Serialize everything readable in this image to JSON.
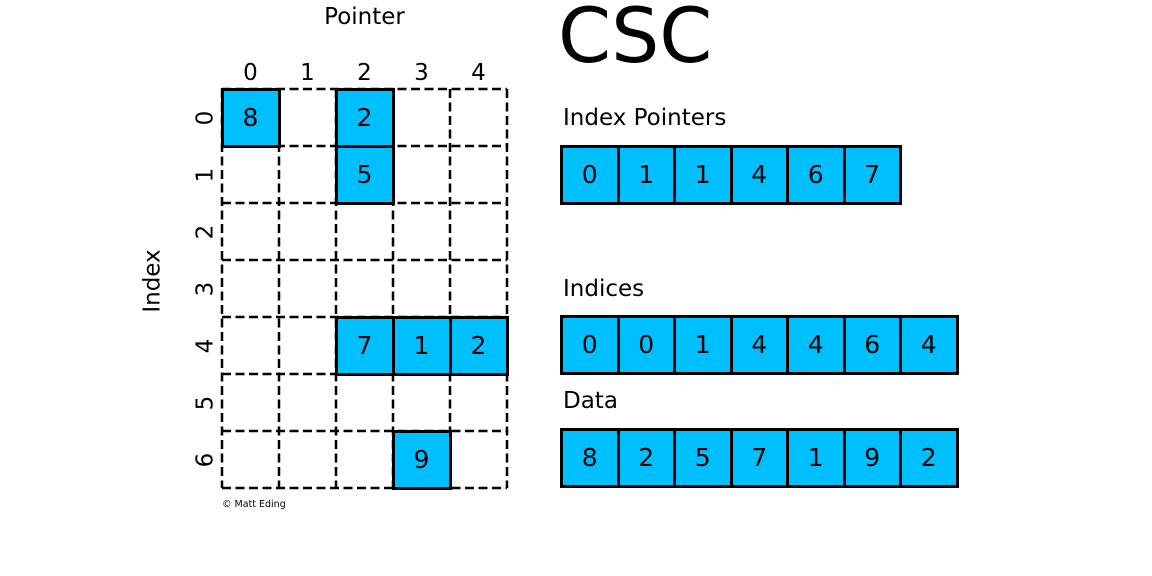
{
  "title": "CSC",
  "copyright": "© Matt Eding",
  "colors": {
    "cell_fill": "#00BFFF",
    "line": "#000000"
  },
  "matrix": {
    "col_axis_label": "Pointer",
    "row_axis_label": "Index",
    "col_labels": [
      "0",
      "1",
      "2",
      "3",
      "4"
    ],
    "row_labels": [
      "0",
      "1",
      "2",
      "3",
      "4",
      "5",
      "6"
    ],
    "filled_cells": [
      {
        "row": 0,
        "col": 0,
        "value": "8"
      },
      {
        "row": 0,
        "col": 2,
        "value": "2"
      },
      {
        "row": 1,
        "col": 2,
        "value": "5"
      },
      {
        "row": 4,
        "col": 2,
        "value": "7"
      },
      {
        "row": 4,
        "col": 3,
        "value": "1"
      },
      {
        "row": 4,
        "col": 4,
        "value": "2"
      },
      {
        "row": 6,
        "col": 3,
        "value": "9"
      }
    ]
  },
  "arrays": {
    "index_pointers": {
      "label": "Index Pointers",
      "values": [
        "0",
        "1",
        "1",
        "4",
        "6",
        "7"
      ]
    },
    "indices": {
      "label": "Indices",
      "values": [
        "0",
        "0",
        "1",
        "4",
        "4",
        "6",
        "4"
      ]
    },
    "data": {
      "label": "Data",
      "values": [
        "8",
        "2",
        "5",
        "7",
        "1",
        "9",
        "2"
      ]
    }
  }
}
